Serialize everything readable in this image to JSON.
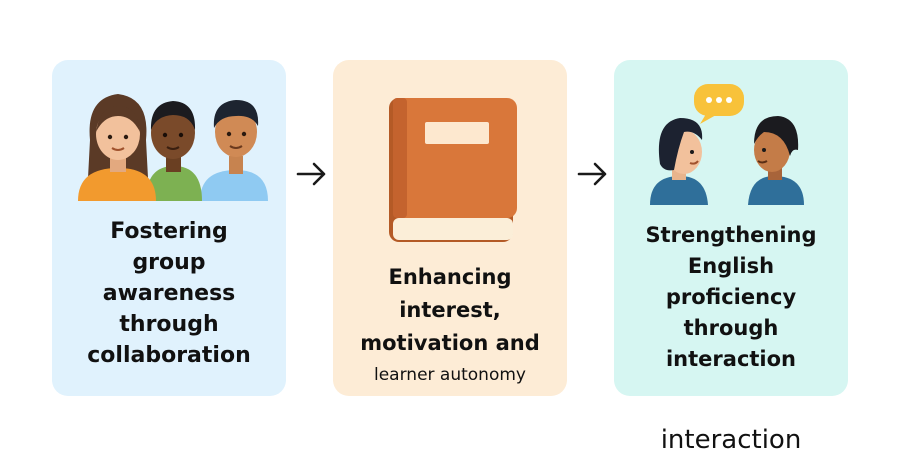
{
  "steps": [
    {
      "label": "Fostering\ngroup\nawareness\nthrough\ncollaboration",
      "icon": "group-of-people-icon"
    },
    {
      "label": "Enhancing\ninterest,\nmotivation and",
      "sublabel": "learner autonomy",
      "icon": "book-icon"
    },
    {
      "label": "Strengthening\nEnglish\nproficiency\nthrough\ninteraction",
      "icon": "conversation-icon"
    }
  ],
  "footer_text": "interaction",
  "colors": {
    "card_1": "#e0f2fd",
    "card_2": "#fdecd6",
    "card_3": "#d6f6f2",
    "book": "#d9773a",
    "speech_bubble": "#f8c23a"
  }
}
